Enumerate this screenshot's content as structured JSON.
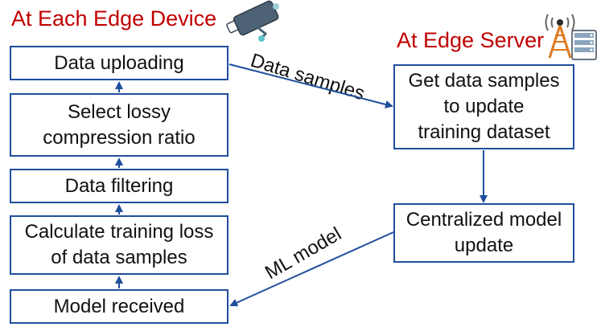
{
  "device_title": "At Each Edge Device",
  "server_title": "At Edge Server",
  "device_steps": {
    "data_uploading": "Data uploading",
    "select_ratio": "Select lossy\ncompression ratio",
    "data_filtering": "Data filtering",
    "calc_loss": "Calculate training loss\nof data samples",
    "model_received": "Model received"
  },
  "server_steps": {
    "get_samples": "Get data samples\nto update\ntraining dataset",
    "model_update": "Centralized model\nupdate"
  },
  "edge_labels": {
    "data_samples": "Data samples",
    "ml_model": "ML model"
  },
  "icons": [
    "iot-camera-icon",
    "cell-tower-icon",
    "server-rack-icon"
  ],
  "colors": {
    "title": "#c00000",
    "box_border": "#1f4e9c",
    "arrow": "#1f4e9c"
  }
}
